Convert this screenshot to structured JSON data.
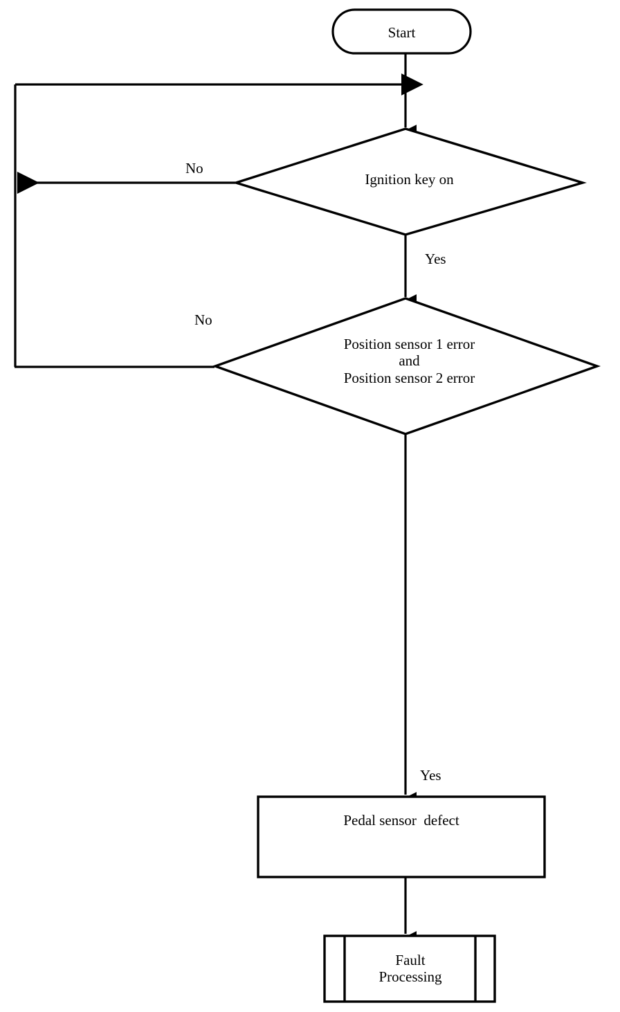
{
  "diagram": {
    "title": "Pedal position sensor fault diagnosis flowchart",
    "background_color": "#ffffff",
    "line_color": "#000000",
    "text_color": "#000000"
  },
  "nodes": {
    "start": {
      "shape": "terminator",
      "label": "Start"
    },
    "decision_ignition": {
      "shape": "decision",
      "label": "Ignition key on"
    },
    "decision_sensors": {
      "shape": "decision",
      "label": "Position sensor 1 error\nand\nPosition sensor 2 error"
    },
    "process_defect": {
      "shape": "process",
      "label": "Pedal sensor  defect"
    },
    "subprocess_fault": {
      "shape": "predefined-process",
      "label": "Fault\nProcessing"
    }
  },
  "edge_labels": {
    "ignition_no": "No",
    "ignition_yes": "Yes",
    "sensors_no": "No",
    "sensors_yes": "Yes"
  }
}
